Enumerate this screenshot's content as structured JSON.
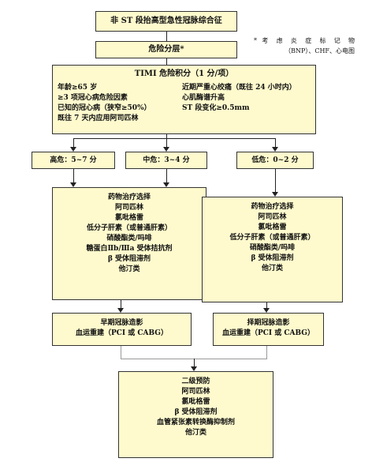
{
  "nodes": {
    "top": "非 ST 段抬高型急性冠脉综合征",
    "risk": "危险分层*",
    "timi_title": "TIMI 危险积分（1 分/项）",
    "timi_left": [
      "年龄≥65 岁",
      "≥3 项冠心病危险因素",
      "已知的冠心病（狭窄≥50%）",
      "既往 7 天内应用阿司匹林"
    ],
    "timi_right": [
      "近期严重心绞痛（既往 24 小时内）",
      "心肌酶谱升高",
      "ST 段变化≥0.5mm"
    ],
    "high": "高危：5~7 分",
    "mid": "中危：3~4 分",
    "low": "低危：0~2 分",
    "drugs_left": [
      "药物治疗选择",
      "阿司匹林",
      "氯吡格雷",
      "低分子肝素（或普通肝素）",
      "硝酸酯类/吗啡",
      "糖蛋白Ⅱb/Ⅲa 受体拮抗剂",
      "β 受体阻滞剂",
      "他汀类"
    ],
    "drugs_right": [
      "药物治疗选择",
      "阿司匹林",
      "氯吡格雷",
      "低分子肝素（或普通肝素）",
      "硝酸酯类/吗啡",
      "β 受体阻滞剂",
      "他汀类"
    ],
    "early": [
      "早期冠脉造影",
      "血运重建（PCI 或 CABG）"
    ],
    "selective": [
      "择期冠脉造影",
      "血运重建（PCI 或 CABG）"
    ],
    "secondary": [
      "二级预防",
      "阿司匹林",
      "氯吡格雷",
      "β 受体阻滞剂",
      "血管紧张素转换酶抑制剂",
      "他汀类"
    ]
  },
  "footnote": [
    "* 考 虑 炎 症 标 记 物",
    "（BNP）、CHF、心电图"
  ],
  "colors": {
    "box_fill": "#fefacd",
    "line": "#222222",
    "merge_line": "#999999"
  }
}
